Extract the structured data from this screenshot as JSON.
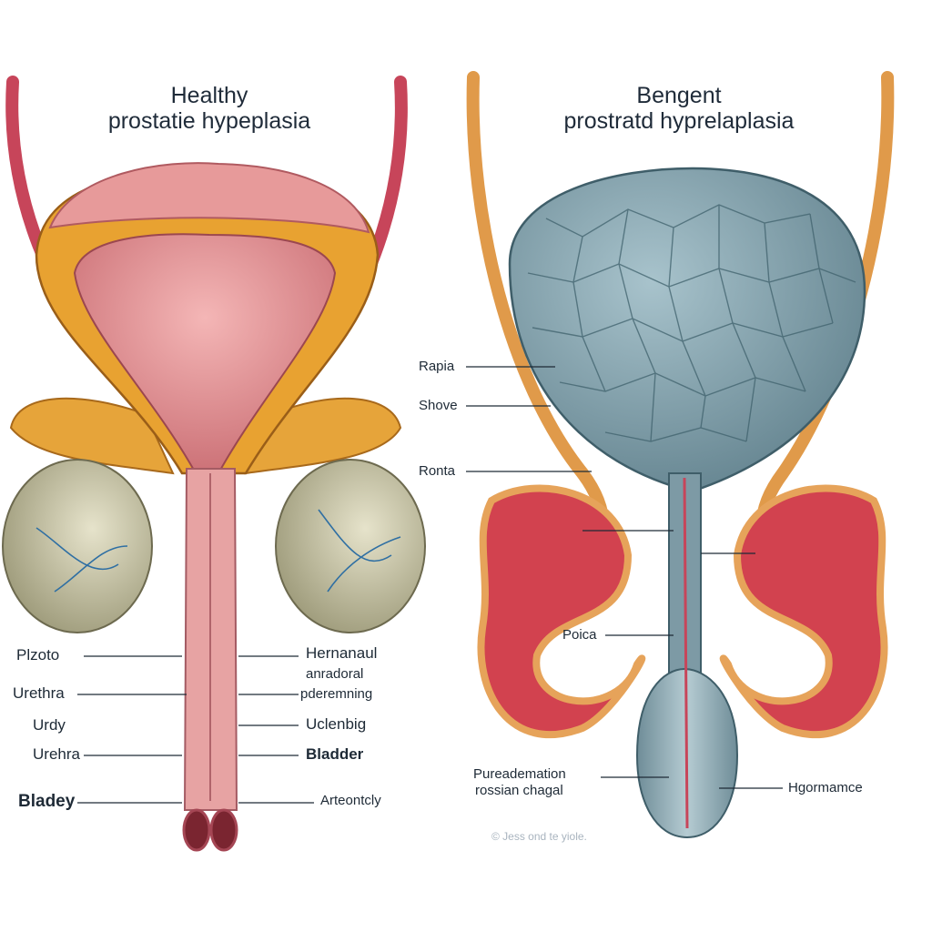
{
  "left_panel": {
    "title_line1": "Healthy",
    "title_line2": "prostatie hypeplasia",
    "labels_left": [
      "Plzoto",
      "Urethra",
      "Urdy",
      "Urehra",
      "Bladey"
    ],
    "labels_right": [
      "Hernanaul",
      "anradoral",
      "pderemning",
      "Uclenbig",
      "Bladder",
      "Arteontcly"
    ]
  },
  "right_panel": {
    "title_line1": "Bengent",
    "title_line2": "prostratd hyprelaplasia",
    "labels": [
      "Rapia",
      "Shove",
      "Ronta",
      "Poica",
      "Pureademation",
      "rossian chagal",
      "Hgormamce"
    ],
    "credit": "© Jess ond te yiole."
  },
  "colors": {
    "bladder_wall": "#e79a9a",
    "fat_tissue": "#e8a231",
    "enlarged_prostate": "#7f9fab",
    "testis": "#c9c6a6",
    "vessel": "#c7455a",
    "label_text": "#1e2a36"
  }
}
